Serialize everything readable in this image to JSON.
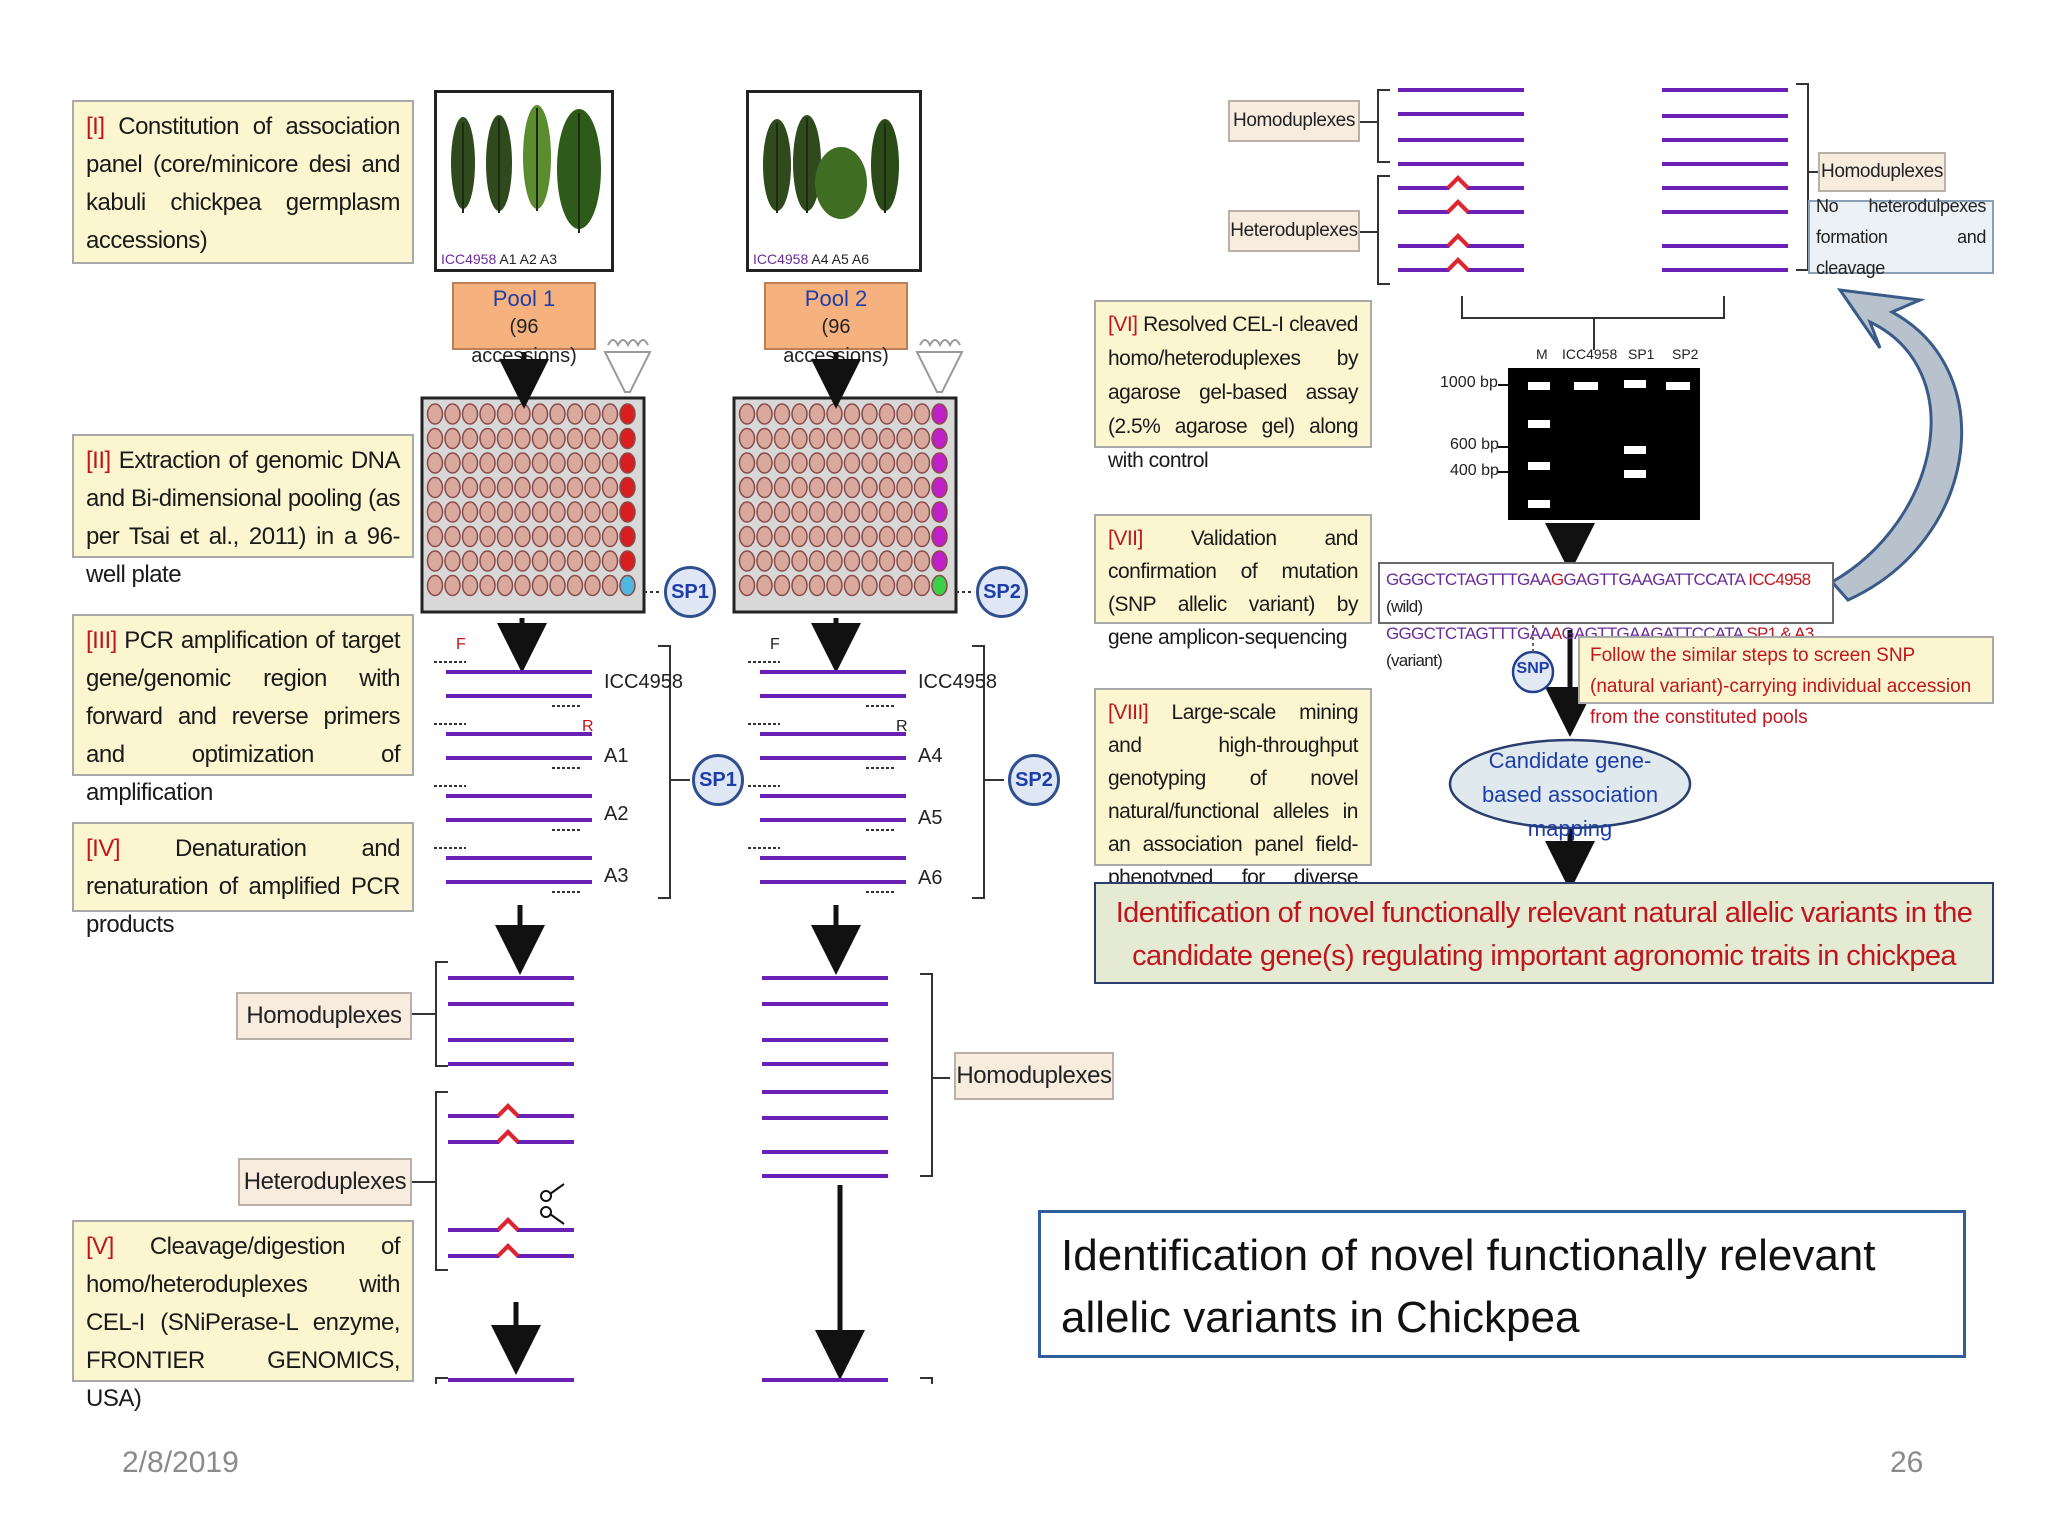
{
  "steps": {
    "s1": {
      "num": "[I]",
      "text": " Constitution of association panel (core/minicore desi and kabuli chickpea germplasm accessions)"
    },
    "s2": {
      "num": "[II]",
      "text": " Extraction of genomic DNA and Bi-dimensional pooling (as per Tsai et al., 2011) in a 96-well plate"
    },
    "s3": {
      "num": "[III]",
      "text": " PCR amplification of target gene/genomic region with forward and reverse primers and optimization of amplification"
    },
    "s4": {
      "num": "[IV]",
      "text": " Denaturation and renaturation of amplified PCR products"
    },
    "s5": {
      "num": "[V]",
      "text": " Cleavage/digestion of homo/heteroduplexes with CEL-I (SNiPerase-L enzyme, FRONTIER GENOMICS, USA)"
    },
    "s6": {
      "num": "[VI]",
      "text": " Resolved CEL-I cleaved homo/heteroduplexes by agarose gel-based assay (2.5% agarose gel) along with control"
    },
    "s7": {
      "num": "[VII]",
      "text": " Validation and confirmation of mutation (SNP allelic variant) by gene amplicon-sequencing"
    },
    "s8": {
      "num": "[VIII]",
      "text": " Large-scale mining and high-throughput genotyping of novel natural/functional alleles in an association panel field-phenotyped for diverse agronomic traits"
    }
  },
  "plants": {
    "p1": {
      "ref": "ICC4958",
      "labels": "A1   A2    A3"
    },
    "p2": {
      "ref": "ICC4958",
      "labels": "A4    A5   A6"
    }
  },
  "pools": {
    "pool1": {
      "name": "Pool 1",
      "desc": "(96 accessions)"
    },
    "pool2": {
      "name": "Pool 2",
      "desc": "(96 accessions)"
    }
  },
  "sp": {
    "sp1": "SP1",
    "sp2": "SP2"
  },
  "primers": {
    "f": "F",
    "r": "R"
  },
  "lanes1": [
    "ICC4958",
    "A1",
    "A2",
    "A3"
  ],
  "lanes2": [
    "ICC4958",
    "A4",
    "A5",
    "A6"
  ],
  "labels": {
    "homo": "Homoduplexes",
    "hetero": "Heteroduplexes",
    "no_hetero": "No heterodulpexes formation and cleavage"
  },
  "gel": {
    "lanes": [
      "M",
      "ICC4958",
      "SP1",
      "SP2"
    ],
    "markers": [
      "1000 bp",
      "600 bp",
      "400 bp"
    ]
  },
  "sequence": {
    "wild_pre": "GGGCTCTAGTTTGAA",
    "wild_snp": "G",
    "wild_post": "GAGTTGAAGATTCCATA",
    "wild_tag": "ICC4958",
    "wild_note": "(wild)",
    "var_pre": "GGGCTCTAGTTTGAA",
    "var_snp": "A",
    "var_post": "GAGTTGAAGATTCCATA",
    "var_tag": "SP1 & A3",
    "var_note": "(variant)"
  },
  "snp": "SNP",
  "follow": "Follow the similar steps to screen SNP (natural variant)-carrying individual accession from the constituted pools",
  "candidate": "Candidate gene-based association mapping",
  "final": "Identification of novel functionally relevant natural allelic variants in the candidate gene(s) regulating important agronomic traits in chickpea",
  "caption": "Identification of novel functionally relevant allelic variants in Chickpea",
  "footer": {
    "date": "2/8/2019",
    "page": "26"
  }
}
